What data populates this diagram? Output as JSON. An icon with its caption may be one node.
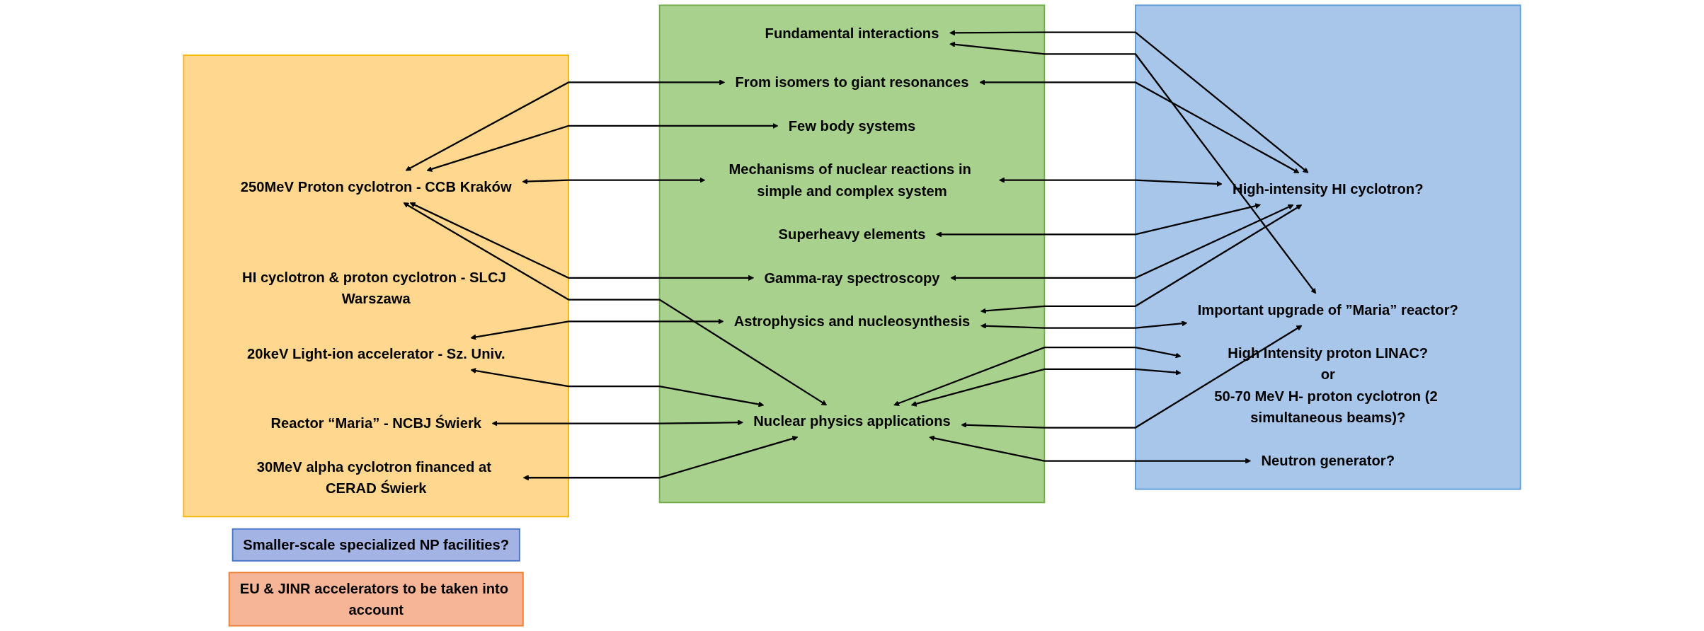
{
  "diagram": {
    "nodes": [
      {
        "text": [],
        "shape": "box"
      },
      {
        "text": [
          "250MeV Proton cyclotron - CCB Kraków"
        ],
        "in": 0
      },
      {
        "text": [
          "HI cyclotron & proton cyclotron - SLCJ Warszawa"
        ],
        "in": 0
      },
      {
        "text": [
          "20keV Light-ion accelerator - Sz. Univ."
        ],
        "in": 0
      },
      {
        "text": [
          "Reactor “Maria” - NCBJ Świerk"
        ],
        "in": 0
      },
      {
        "text": [
          "30MeV alpha cyclotron financed at CERAD Świerk"
        ],
        "in": 0
      },
      {
        "text": [],
        "shape": "box"
      },
      {
        "text": [
          "Fundamental interactions"
        ],
        "in": 6
      },
      {
        "text": [
          "Astrophysics and nucleosynthesis"
        ],
        "in": 6
      },
      {
        "text": [
          "From isomers to giant resonances"
        ],
        "in": 6
      },
      {
        "text": [
          "Few body systems"
        ],
        "in": 6
      },
      {
        "text": [
          "Superheavy elements"
        ],
        "in": 6
      },
      {
        "text": [
          "Mechanisms of nuclear reactions in simple and complex system"
        ],
        "in": 6
      },
      {
        "text": [
          "Gamma-ray spectroscopy"
        ],
        "in": 6
      },
      {
        "text": [
          "Nuclear physics applications"
        ],
        "in": 6
      },
      {
        "text": [],
        "shape": "box"
      },
      {
        "text": [
          "High-intensity HI cyclotron?"
        ],
        "in": 15
      },
      {
        "text": [
          "High Intensity proton LINAC?",
          "or",
          "50-70 MeV H- proton cyclotron (2 simultaneous beams)?"
        ],
        "in": 15
      },
      {
        "text": [
          "Important upgrade of ”Maria” reactor?"
        ],
        "in": 15
      },
      {
        "text": [
          "Neutron generator?"
        ],
        "in": 15
      },
      {
        "text": [
          "Smaller-scale specialized NP facilities?"
        ]
      },
      {
        "text": [
          "EU & JINR accelerators to be taken into account"
        ]
      }
    ],
    "edges": [
      {
        "from": 1,
        "to": 9,
        "arrow": "both"
      },
      {
        "from": 1,
        "to": 10,
        "arrow": "both"
      },
      {
        "from": 3,
        "to": 8,
        "arrow": "both"
      },
      {
        "from": 1,
        "to": 12,
        "arrow": "both"
      },
      {
        "from": 1,
        "to": 13,
        "arrow": "both"
      },
      {
        "from": 1,
        "to": 14,
        "arrow": "both"
      },
      {
        "from": 3,
        "to": 14,
        "arrow": "both"
      },
      {
        "from": 4,
        "to": 14,
        "arrow": "both"
      },
      {
        "from": 5,
        "to": 14,
        "arrow": "both"
      },
      {
        "from": 7,
        "to": 16,
        "arrow": "both"
      },
      {
        "from": 8,
        "to": 16,
        "arrow": "both"
      },
      {
        "from": 9,
        "to": 16,
        "arrow": "both"
      },
      {
        "from": 11,
        "to": 16,
        "arrow": "both"
      },
      {
        "from": 12,
        "to": 16,
        "arrow": "both"
      },
      {
        "from": 13,
        "to": 16,
        "arrow": "both"
      },
      {
        "from": 7,
        "to": 18,
        "arrow": "both"
      },
      {
        "from": 8,
        "to": 18,
        "arrow": "both"
      },
      {
        "from": 14,
        "to": 17,
        "arrow": "both"
      },
      {
        "from": 14,
        "to": 17,
        "arrow": "both"
      },
      {
        "from": 14,
        "to": 18,
        "arrow": "both"
      },
      {
        "from": 14,
        "to": 19,
        "arrow": "both"
      }
    ]
  }
}
